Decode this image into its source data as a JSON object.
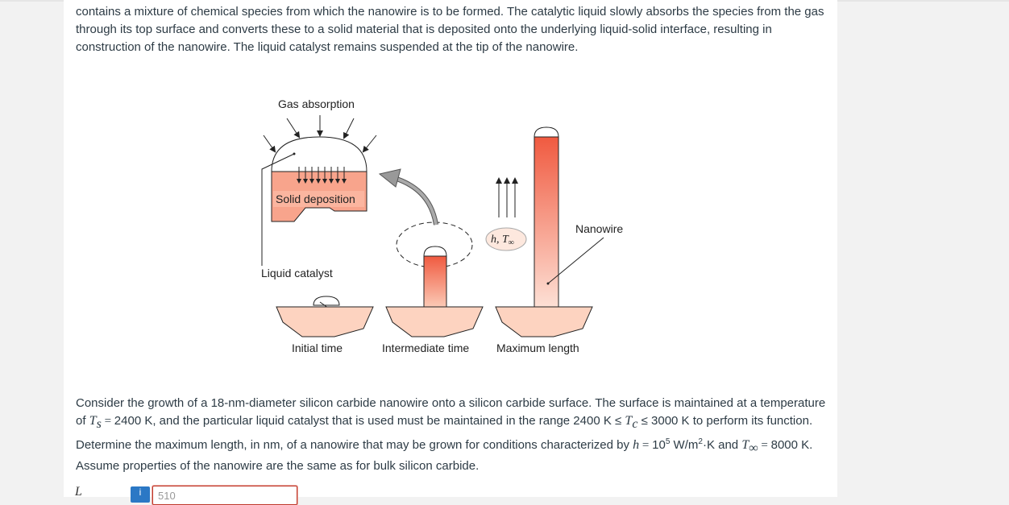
{
  "problem": {
    "intro_text": "contains a mixture of chemical species from which the nanowire is to be formed. The catalytic liquid slowly absorbs the species from the gas through its top surface and converts these to a solid material that is deposited onto the underlying liquid-solid interface, resulting in construction of the nanowire. The liquid catalyst remains suspended at the tip of the nanowire.",
    "question": {
      "part1": "Consider the growth of a 18-nm-diameter silicon carbide nanowire onto a silicon carbide surface. The surface is maintained at a temperature of ",
      "Ts_var": "T",
      "Ts_sub": "s",
      "eq1": " = ",
      "part2": "2400 K, and the particular liquid catalyst that is used must be maintained in the range 2400 K ≤ ",
      "Tc_var": "T",
      "Tc_sub": "c",
      "part3": " ≤ 3000 K to perform its function. Determine the maximum length, in nm, of a nanowire that may be grown for conditions characterized by ",
      "h_var": "h",
      "eq2": " = ",
      "h_base": "10",
      "h_exp": "5",
      "part4": " W/m",
      "m_exp": "2",
      "part5": "·K and ",
      "Tinf_var": "T",
      "Tinf_sub": "∞",
      "eq3": " = ",
      "part6": "8000 K. Assume properties of the nanowire are the same as for bulk silicon carbide."
    }
  },
  "figure": {
    "gas_absorption": "Gas absorption",
    "solid_deposition": "Solid deposition",
    "liquid_catalyst": "Liquid catalyst",
    "nanowire": "Nanowire",
    "h_label": "h, T",
    "h_sub": "∞",
    "initial_time": "Initial time",
    "intermediate_time": "Intermediate time",
    "maximum_length": "Maximum length"
  },
  "answer": {
    "label": "L",
    "icon": "info-icon",
    "value": "510"
  },
  "colors": {
    "accent_blue": "#2b78c5",
    "error_border": "#c0392b",
    "wire_top": "#f05a40",
    "wire_bottom": "#fde0d5",
    "substrate": "#fdd3c0"
  }
}
